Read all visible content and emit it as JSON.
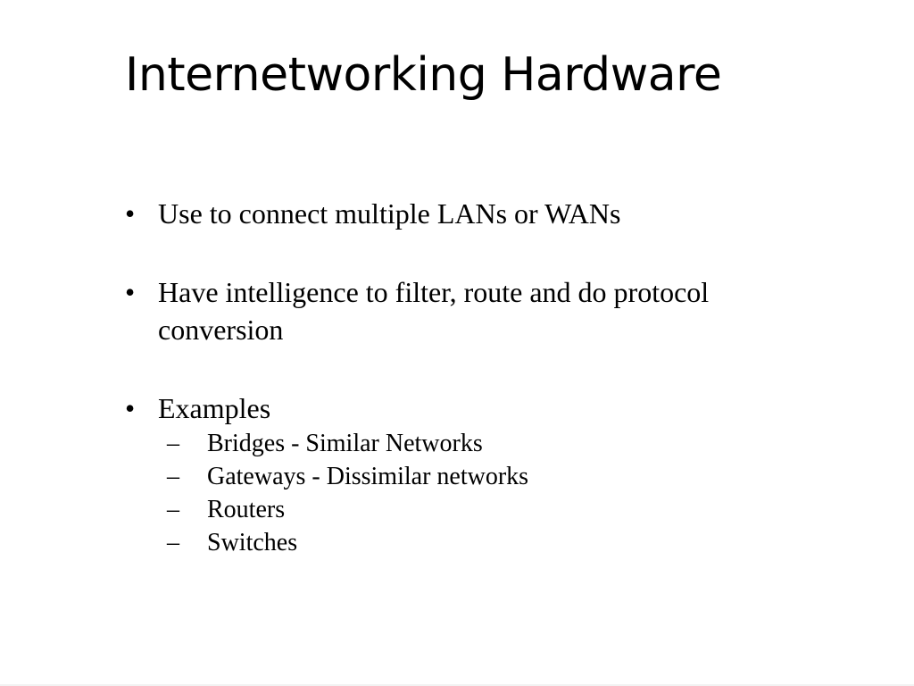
{
  "slide": {
    "title": "Internetworking Hardware",
    "bullet_marker": "•",
    "sub_marker": "–",
    "bullets": [
      {
        "text": "Use to connect multiple LANs or WANs"
      },
      {
        "text": "Have intelligence to filter, route and do protocol conversion"
      },
      {
        "text": "Examples",
        "subitems": [
          "Bridges - Similar Networks",
          "Gateways - Dissimilar networks",
          "Routers",
          "Switches"
        ]
      }
    ]
  }
}
